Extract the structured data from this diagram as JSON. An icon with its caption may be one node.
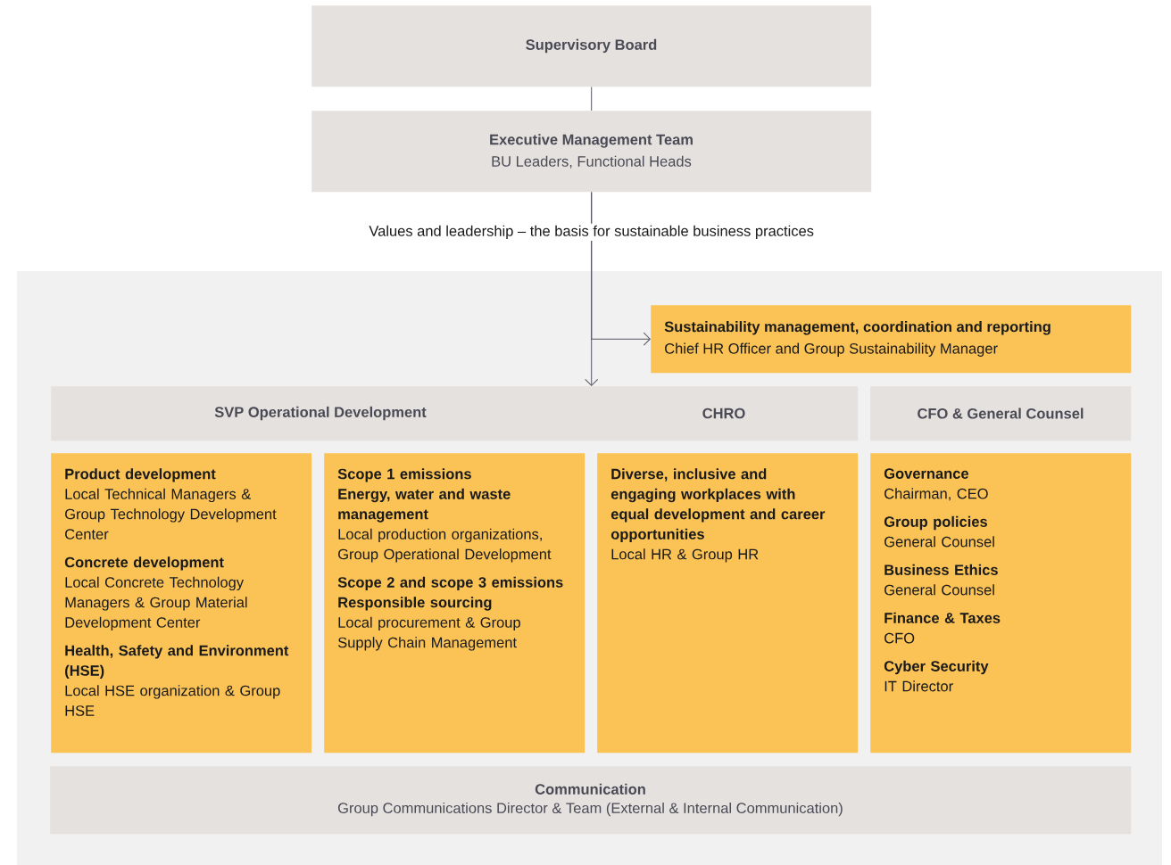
{
  "diagram": {
    "nodes": [
      {
        "text": [
          "Supervisory Board"
        ]
      },
      {
        "text": [
          "Executive Management Team",
          "BU Leaders, Functional Heads"
        ]
      },
      {
        "text": [
          "Sustainability management, coordination and reporting",
          "Chief HR Officer and Group Sustainability Manager"
        ]
      },
      {
        "text": [
          "SVP Operational Development",
          "CHRO"
        ]
      },
      {
        "text": [
          "CFO & General Counsel"
        ]
      },
      {
        "text": [
          "Product development",
          "Local Technical Managers & Group Technology Development Center",
          "Concrete development",
          "Local Concrete Technology Managers & Group Material Development Center",
          "Health, Safety and Environment (HSE)",
          "Local HSE organization & Group HSE"
        ]
      },
      {
        "text": [
          "Scope 1 emissions",
          "Energy, water and waste management",
          "Local production organizations, Group Operational Development",
          "Scope 2 and scope 3 emissions",
          "Responsible sourcing",
          "Local procurement & Group Supply Chain Management"
        ]
      },
      {
        "text": [
          "Diverse, inclusive and engaging workplaces with equal development and career opportunities",
          "Local HR & Group HR"
        ]
      },
      {
        "text": [
          "Governance",
          "Chairman, CEO",
          "Group policies",
          "General Counsel",
          "Business Ethics",
          "General Counsel",
          "Finance & Taxes",
          "CFO",
          "Cyber Security",
          "IT Director"
        ]
      },
      {
        "text": [
          "Communication",
          "Group Communications Director & Team (External & Internal Communication)"
        ]
      }
    ],
    "edges": [
      {
        "from": 0,
        "to": 1,
        "arrow": "none"
      },
      {
        "from": 1,
        "to": 3,
        "arrow": "to",
        "label": "Values and leadership – the basis for sustainable business practices"
      },
      {
        "from": 1,
        "to": 2,
        "arrow": "to"
      }
    ]
  }
}
